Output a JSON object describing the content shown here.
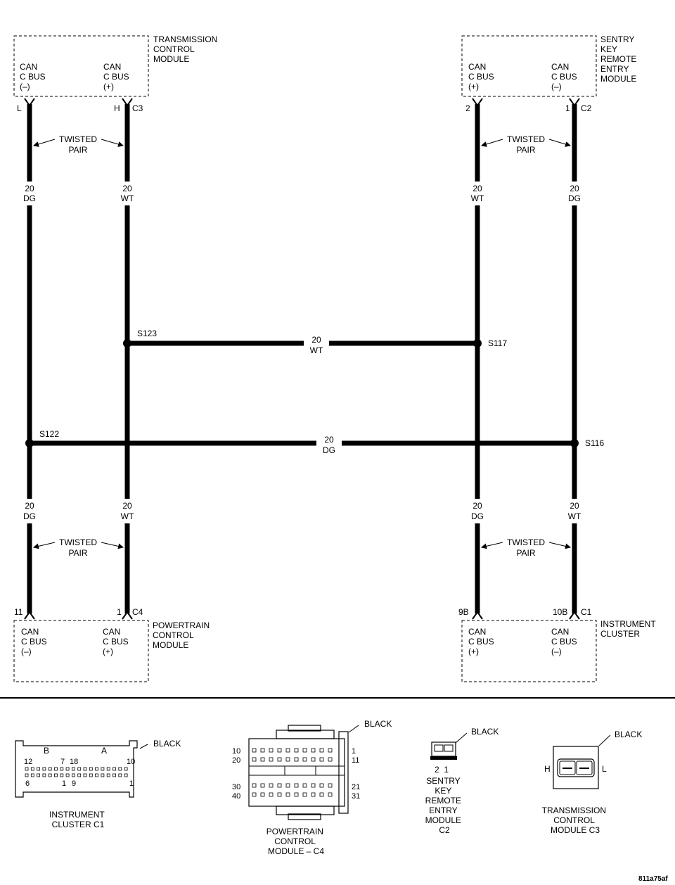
{
  "modules": {
    "tcm": {
      "title": [
        "TRANSMISSION",
        "CONTROL",
        "MODULE"
      ],
      "pins": [
        {
          "lines": [
            "CAN",
            "C BUS",
            "(–)"
          ]
        },
        {
          "lines": [
            "CAN",
            "C BUS",
            "(+)"
          ]
        }
      ],
      "pin_left": "L",
      "pin_right": "H",
      "connector": "C3"
    },
    "skreem": {
      "title": [
        "SENTRY",
        "KEY",
        "REMOTE",
        "ENTRY",
        "MODULE"
      ],
      "pins": [
        {
          "lines": [
            "CAN",
            "C BUS",
            "(+)"
          ]
        },
        {
          "lines": [
            "CAN",
            "C BUS",
            "(–)"
          ]
        }
      ],
      "pin_left": "2",
      "pin_right": "1",
      "connector": "C2"
    },
    "pcm": {
      "title": [
        "POWERTRAIN",
        "CONTROL",
        "MODULE"
      ],
      "pins": [
        {
          "lines": [
            "CAN",
            "C BUS",
            "(–)"
          ]
        },
        {
          "lines": [
            "CAN",
            "C BUS",
            "(+)"
          ]
        }
      ],
      "pin_left": "11",
      "pin_right": "1",
      "connector": "C4"
    },
    "ic": {
      "title": [
        "INSTRUMENT",
        "CLUSTER"
      ],
      "pins": [
        {
          "lines": [
            "CAN",
            "C BUS",
            "(+)"
          ]
        },
        {
          "lines": [
            "CAN",
            "C BUS",
            "(–)"
          ]
        }
      ],
      "pin_left": "9B",
      "pin_right": "10B",
      "connector": "C1"
    }
  },
  "twisted_pair": [
    "TWISTED",
    "PAIR"
  ],
  "wires": {
    "gauge": "20",
    "dg": "DG",
    "wt": "WT"
  },
  "splices": {
    "s123": "S123",
    "s117": "S117",
    "s122": "S122",
    "s116": "S116"
  },
  "connectors": {
    "ic_c1": {
      "label": [
        "INSTRUMENT",
        "CLUSTER C1"
      ],
      "color": "BLACK",
      "row_labels": [
        "B",
        "A"
      ],
      "top_numbers": [
        "12",
        "7",
        "18",
        "10"
      ],
      "bottom_numbers": [
        "6",
        "1",
        "9",
        "1"
      ]
    },
    "pcm_c4": {
      "label": [
        "POWERTRAIN",
        "CONTROL",
        "MODULE – C4"
      ],
      "color": "BLACK",
      "left_numbers": [
        "10",
        "20",
        "30",
        "40"
      ],
      "right_numbers": [
        "1",
        "11",
        "21",
        "31"
      ]
    },
    "skreem_c2": {
      "label": [
        "SENTRY",
        "KEY",
        "REMOTE",
        "ENTRY",
        "MODULE",
        "C2"
      ],
      "color": "BLACK",
      "pin_numbers": "2  1"
    },
    "tcm_c3": {
      "label": [
        "TRANSMISSION",
        "CONTROL",
        "MODULE C3"
      ],
      "color": "BLACK",
      "pin_h": "H",
      "pin_l": "L"
    }
  },
  "figure_id": "811a75af"
}
